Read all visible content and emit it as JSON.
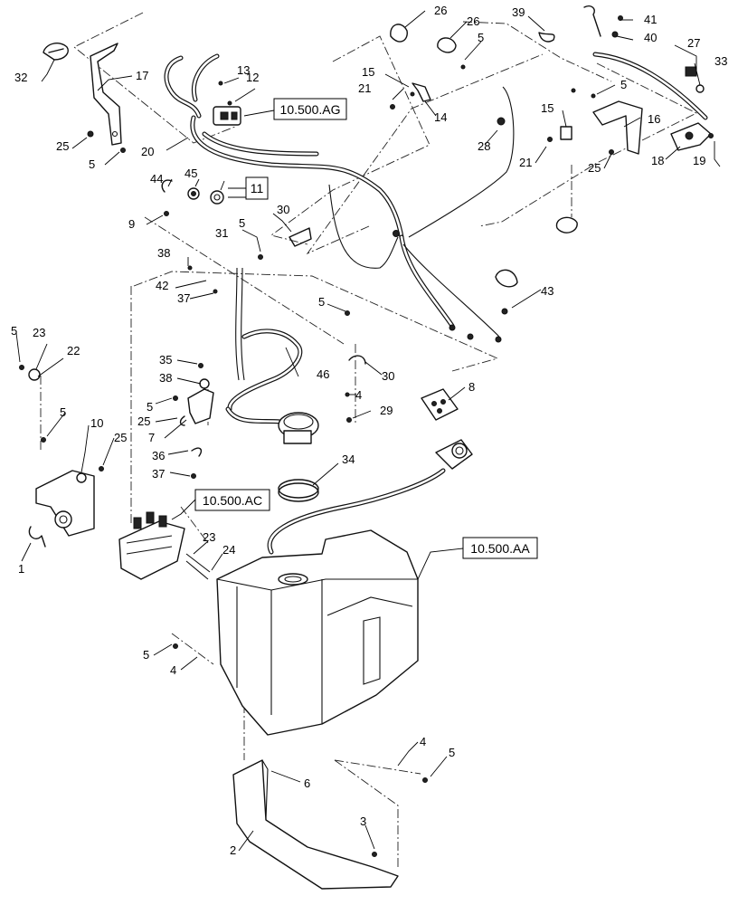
{
  "callouts": [
    "1",
    "2",
    "3",
    "4",
    "5",
    "6",
    "7",
    "8",
    "9",
    "10",
    "11",
    "12",
    "13",
    "14",
    "15",
    "16",
    "17",
    "18",
    "19",
    "20",
    "21",
    "22",
    "23",
    "24",
    "25",
    "26",
    "27",
    "28",
    "29",
    "30",
    "31",
    "32",
    "33",
    "34",
    "35",
    "36",
    "37",
    "38",
    "39",
    "40",
    "41",
    "42",
    "43",
    "44",
    "45",
    "46"
  ],
  "references": {
    "ag": "10.500.AG",
    "ac": "10.500.AC",
    "aa": "10.500.AA",
    "kit": "11"
  }
}
